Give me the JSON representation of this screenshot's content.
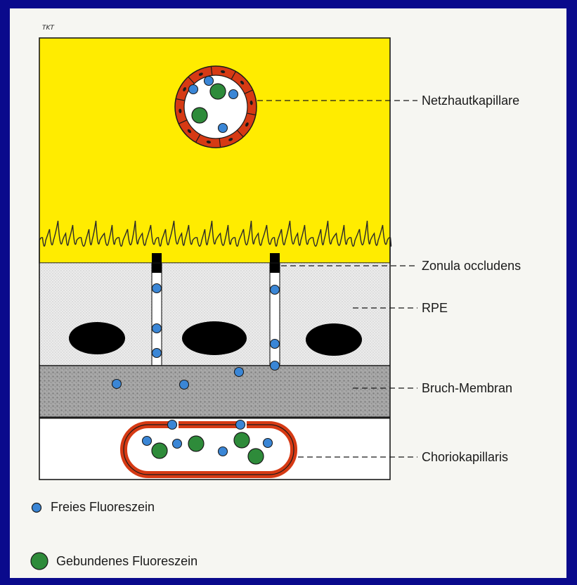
{
  "signature": "TKT",
  "labels": {
    "netzhautkapillare": "Netzhautkapillare",
    "zonula": "Zonula occludens",
    "rpe": "RPE",
    "bruch": "Bruch-Membran",
    "chorio": "Choriokapillaris"
  },
  "legend": {
    "free": "Freies Fluoreszein",
    "bound": "Gebundenes Fluoreszein"
  },
  "colors": {
    "frame": "#0a0a8c",
    "retina": "#ffec00",
    "capillary_wall": "#d63a14",
    "free_fluorescein": "#3a86d6",
    "bound_fluorescein": "#2e8b3a",
    "rpe_cell": "#e6e6e6",
    "nucleus": "#000000",
    "bruch": "#9a9a9a"
  }
}
